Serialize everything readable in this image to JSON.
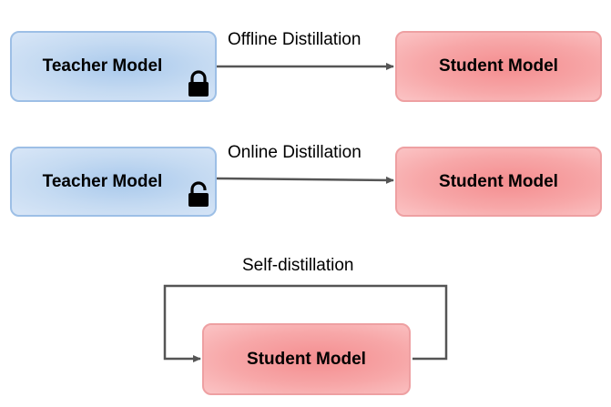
{
  "rows": [
    {
      "label": "Offline Distillation",
      "teacher": "Teacher Model",
      "student": "Student Model",
      "lock": "lock-closed-icon"
    },
    {
      "label": "Online Distillation",
      "teacher": "Teacher Model",
      "student": "Student Model",
      "lock": "lock-open-icon"
    }
  ],
  "self": {
    "label": "Self-distillation",
    "student": "Student Model"
  },
  "colors": {
    "teacher_fill": "#c6dbf2",
    "teacher_border": "#9dbfe6",
    "student_fill": "#f7a7a8",
    "student_border": "#eea0a2",
    "arrow": "#555555"
  }
}
